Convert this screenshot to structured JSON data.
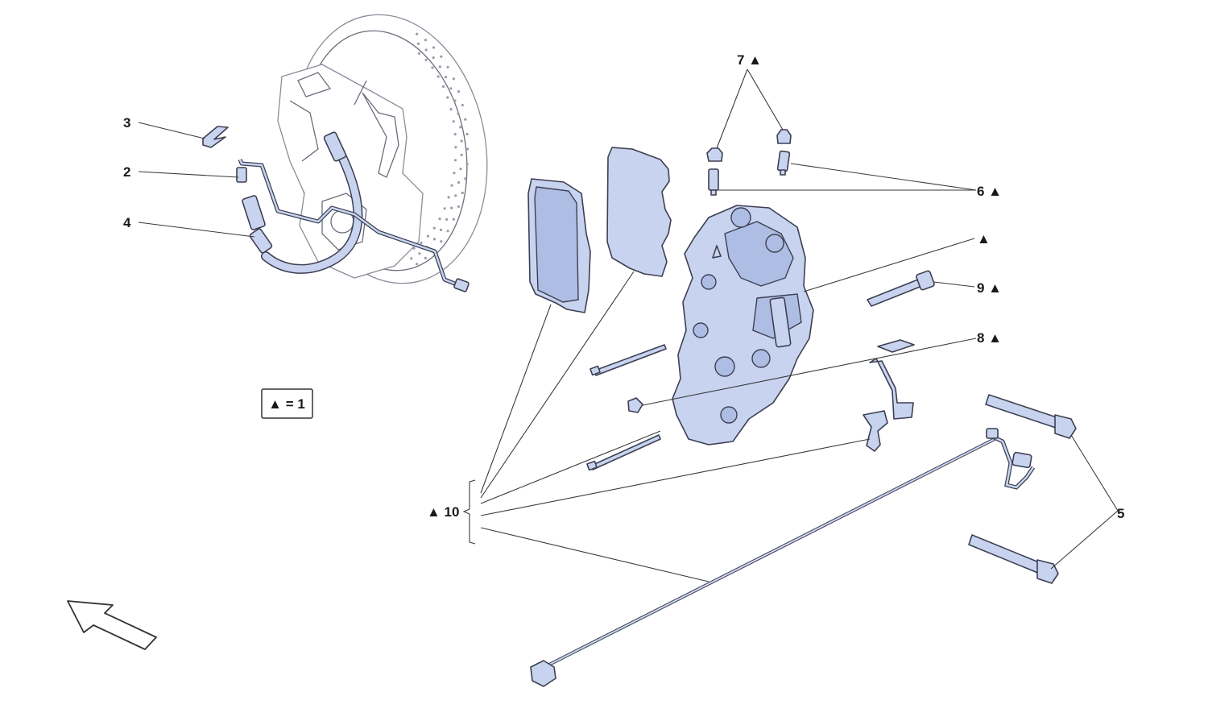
{
  "labels": {
    "l1": "3",
    "l2": "2",
    "l3": "4",
    "l4": "7 ▲",
    "l5": "6 ▲",
    "l6": "▲",
    "l7": "9 ▲",
    "l8": "8 ▲",
    "l9": "▲ 10",
    "l10": "5"
  },
  "legend": {
    "text": "▲ = 1"
  },
  "colors": {
    "part_fill": "#c8d4ef",
    "line": "#3d3f52",
    "background": "#ffffff"
  },
  "icons": {
    "direction_arrow": "arrow-icon"
  }
}
